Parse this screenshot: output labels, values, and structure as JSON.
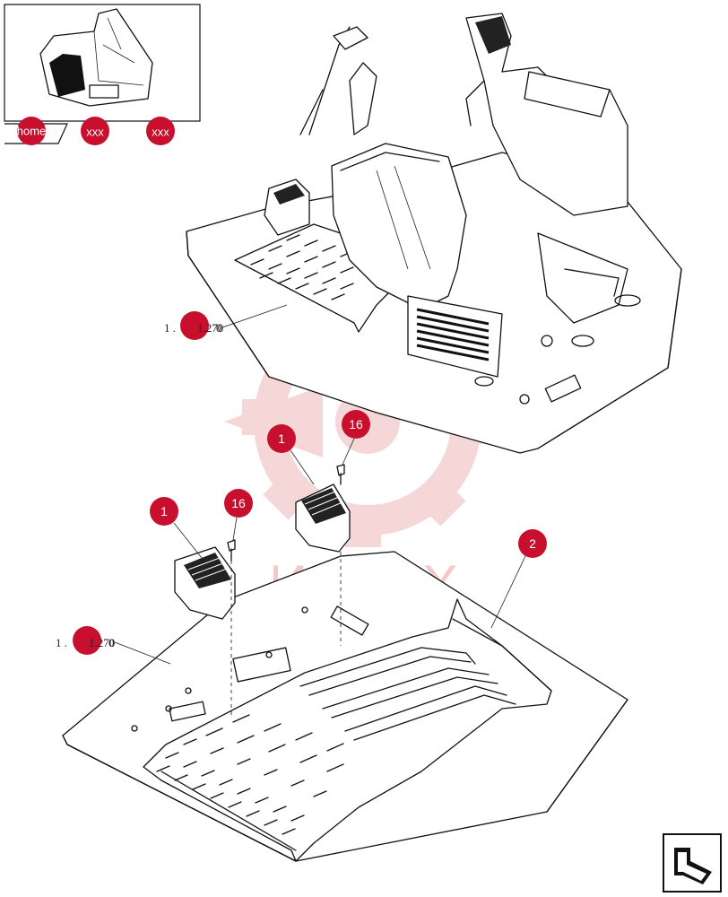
{
  "nav": {
    "home_label": "home",
    "prev_label": "xxx",
    "next_label": "xxx"
  },
  "watermark": {
    "text": "ИНТЕХ"
  },
  "callouts": {
    "c1a": "1",
    "c1b": "1",
    "c16a": "16",
    "c16b": "16",
    "c2": "2"
  },
  "refs": {
    "upper": {
      "prefix": "1 .",
      "code": "1.270",
      "suffix": "0"
    },
    "lower": {
      "prefix": "1 .",
      "code": "1.270",
      "suffix": "0"
    }
  },
  "colors": {
    "callout": "#c8102e",
    "watermark": "#f3c9c9"
  }
}
